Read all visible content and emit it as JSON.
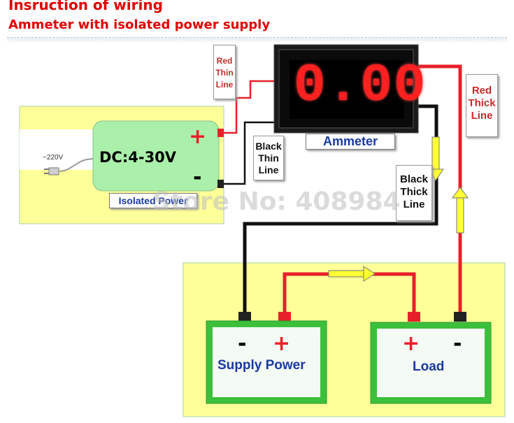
{
  "title": "Insruction of wiring",
  "subtitle": "Ammeter with isolated power supply",
  "power_supply": {
    "voltage_label": "DC:4-30V",
    "plus": "+",
    "minus": "-",
    "name": "Isolated Power",
    "mains": "~220V"
  },
  "ammeter": {
    "name": "Ammeter",
    "reading": "0.00"
  },
  "wire_labels": {
    "red_thin": [
      "Red",
      "Thin",
      "Line"
    ],
    "black_thin": [
      "Black",
      "Thin",
      "Line"
    ],
    "red_thick": [
      "Red",
      "Thick",
      "Line"
    ],
    "black_thick": [
      "Black",
      "Thick",
      "Line"
    ]
  },
  "supply_battery": {
    "minus": "-",
    "plus": "+",
    "name": "Supply Power"
  },
  "load": {
    "plus": "+",
    "minus": "-",
    "name": "Load"
  },
  "watermark": "Store No: 408984",
  "colors": {
    "title": "#e00000",
    "panel": "#ffff99",
    "panel_border": "#aad2aa",
    "module_green": "#aaf0aa",
    "battery_green": "#3cc03c",
    "red_wire": "#e8202a",
    "black_wire": "#111111",
    "digit_red": "#ff2020"
  }
}
